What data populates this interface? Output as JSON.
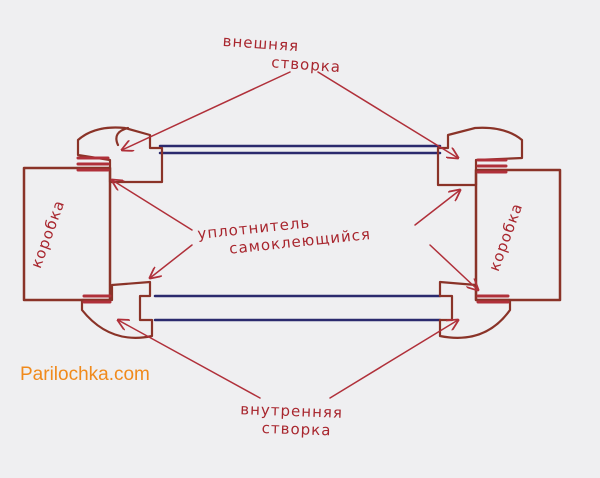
{
  "labels": {
    "outer_sash_line1": "внешняя",
    "outer_sash_line2": "створка",
    "seal_line1": "уплотнитель",
    "seal_line2": "самоклеющийся",
    "inner_sash_line1": "внутренняя",
    "inner_sash_line2": "створка",
    "frame_left": "коробка",
    "frame_right": "коробка"
  },
  "watermark": "Parilochka.com",
  "colors": {
    "ink": "#8a3328",
    "arrow": "#b0303a",
    "glass": "#2b2a6e",
    "site": "#f08a1c"
  }
}
